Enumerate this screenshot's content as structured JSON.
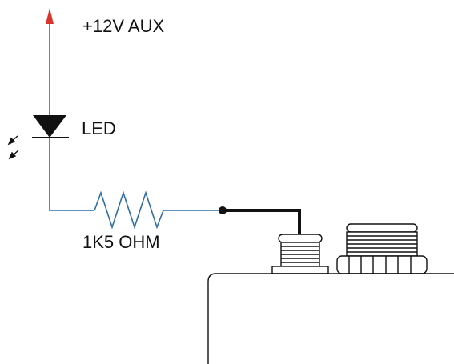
{
  "labels": {
    "supply": "+12V AUX",
    "led": "LED",
    "resistor": "1K5 OHM"
  },
  "colors": {
    "supply_wire": "#d8342a",
    "signal_wire": "#2f6ea6",
    "ground_wire": "#111111",
    "outline": "#111111"
  },
  "components": {
    "diode_symbol": "led-icon",
    "resistor_symbol": "resistor-icon",
    "arrow_symbol": "arrow-up-icon"
  }
}
